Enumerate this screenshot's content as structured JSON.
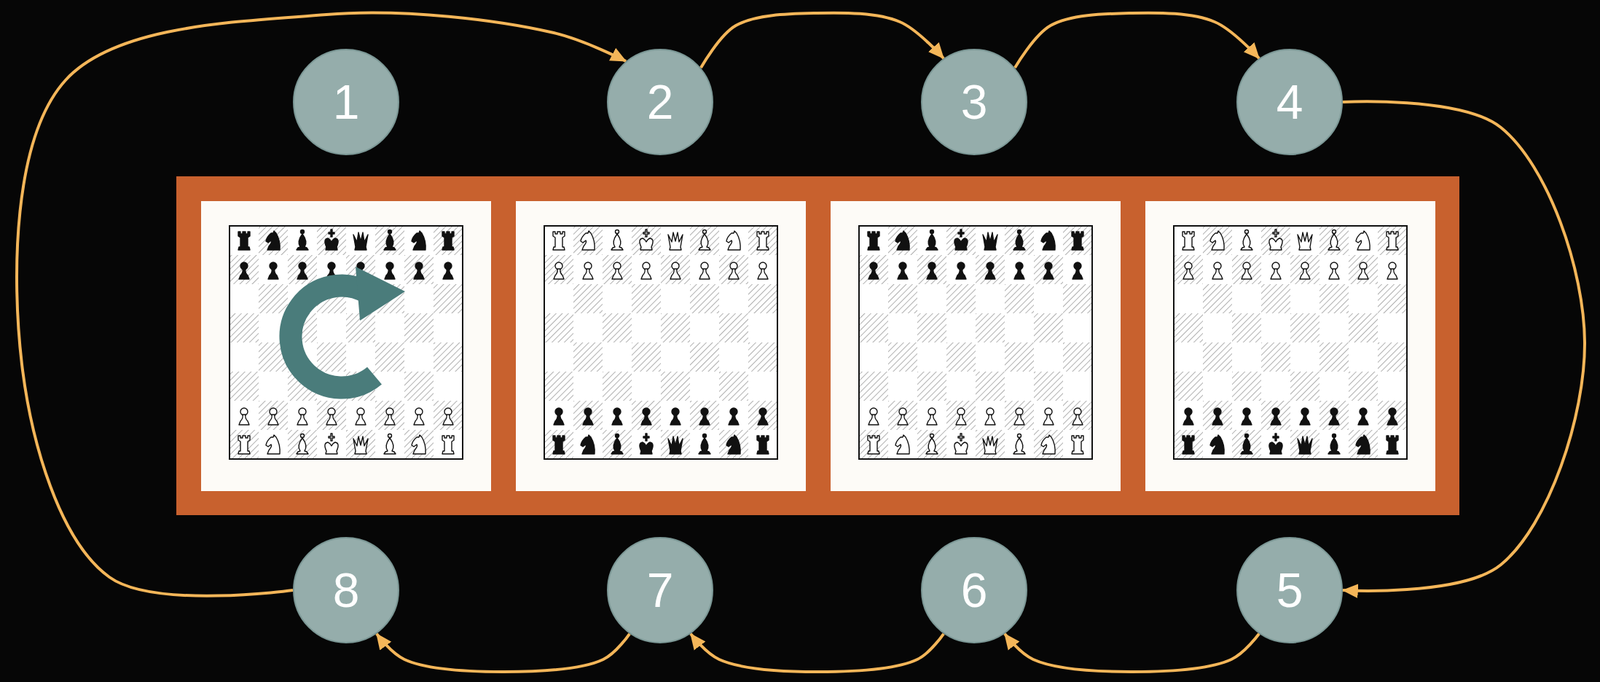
{
  "diagram": {
    "nodes": [
      {
        "text": [
          "1"
        ]
      },
      {
        "text": [
          "2"
        ]
      },
      {
        "text": [
          "3"
        ]
      },
      {
        "text": [
          "4"
        ]
      },
      {
        "text": [
          "5"
        ]
      },
      {
        "text": [
          "6"
        ]
      },
      {
        "text": [
          "7"
        ]
      },
      {
        "text": [
          "8"
        ]
      }
    ],
    "edges": [
      {
        "from": 7,
        "to": 1,
        "arrow": "to"
      },
      {
        "from": 1,
        "to": 2,
        "arrow": "to"
      },
      {
        "from": 2,
        "to": 3,
        "arrow": "to"
      },
      {
        "from": 3,
        "to": 4,
        "arrow": "to"
      },
      {
        "from": 4,
        "to": 5,
        "arrow": "to"
      },
      {
        "from": 5,
        "to": 6,
        "arrow": "to"
      },
      {
        "from": 6,
        "to": 7,
        "arrow": "to"
      }
    ]
  }
}
